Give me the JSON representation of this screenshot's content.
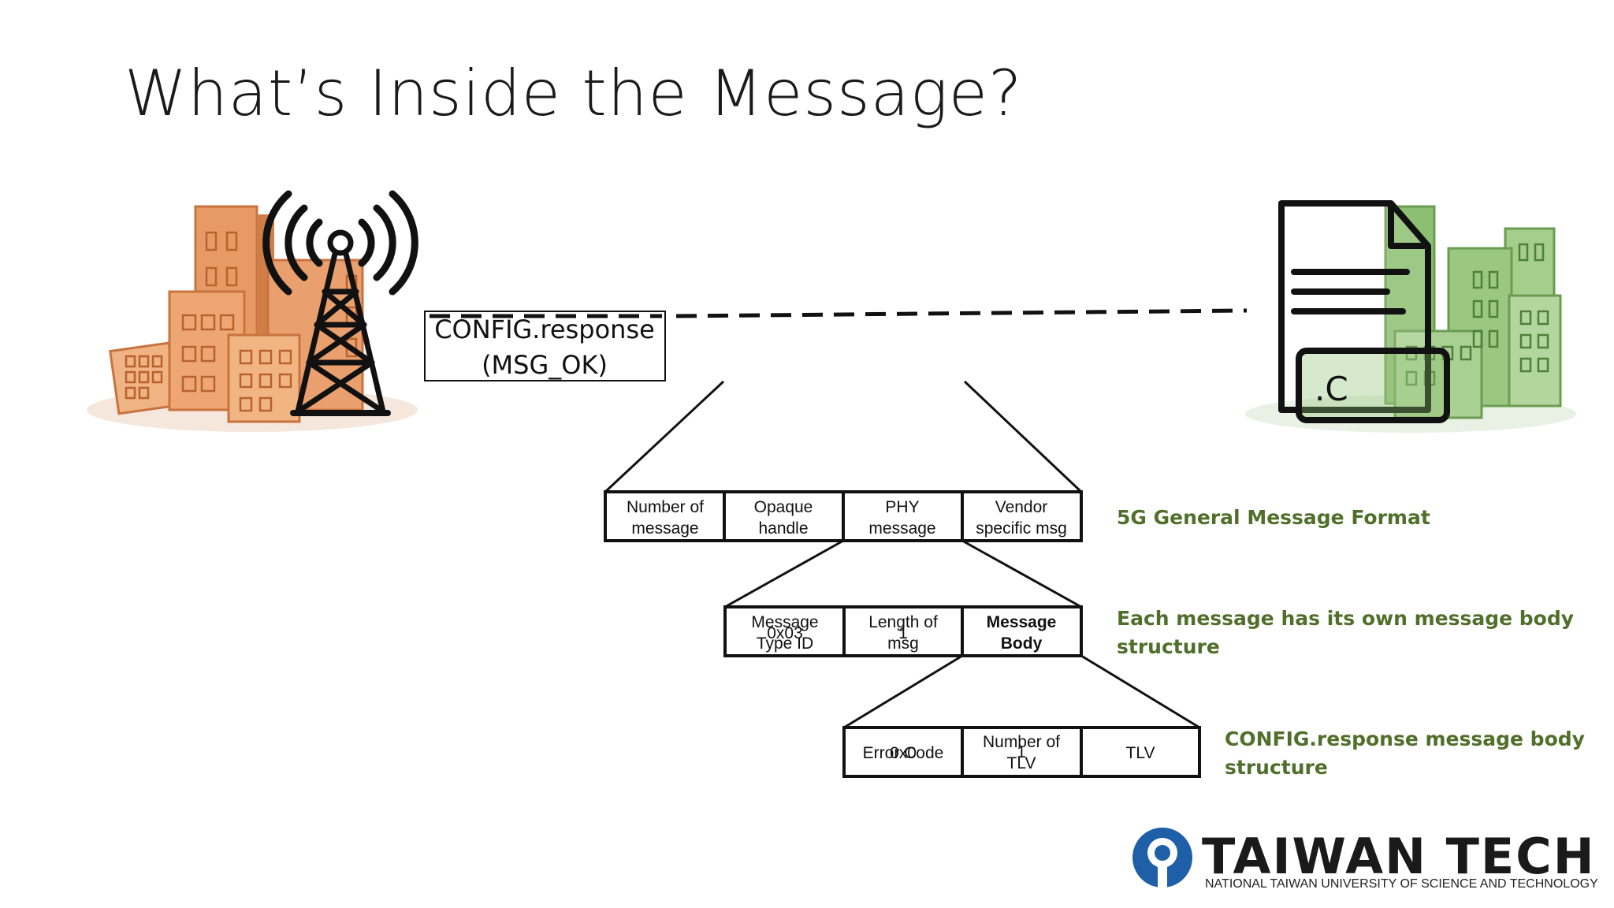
{
  "slide": {
    "title": "What’s Inside the Message?"
  },
  "message": {
    "line1": "CONFIG.response",
    "line2": "(MSG_OK)"
  },
  "file_icon": {
    "ext": ".C"
  },
  "general_format": {
    "cells": [
      {
        "line1": "Number of",
        "line2": "message"
      },
      {
        "line1": "Opaque",
        "line2": "handle"
      },
      {
        "line1": "PHY",
        "line2": "message"
      },
      {
        "line1": "Vendor",
        "line2": "specific msg"
      }
    ],
    "note": "5G General Message Format"
  },
  "message_structure": {
    "cells": [
      {
        "line1": "Message",
        "line2": "Type ID",
        "overlay": "0x03",
        "bold": false
      },
      {
        "line1": "Length of",
        "line2": "msg",
        "overlay": "1",
        "bold": false
      },
      {
        "line1": "Message",
        "line2": "Body",
        "overlay": "",
        "bold": true
      }
    ],
    "note_line1": "Each message has its own message body",
    "note_line2": "structure"
  },
  "body_structure": {
    "cells": [
      {
        "label": "Error Code",
        "overlay": "0x0"
      },
      {
        "line1": "Number of",
        "line2": "TLV",
        "overlay": "1"
      },
      {
        "label": "TLV"
      }
    ],
    "note_line1": "CONFIG.response message body",
    "note_line2": "structure"
  },
  "logo": {
    "name": "TAIWAN TECH",
    "subtitle": "NATIONAL TAIWAN UNIVERSITY OF SCIENCE AND TECHNOLOGY"
  },
  "colors": {
    "city_orange": "#e8935c",
    "city_green": "#7fb267",
    "note_green": "#4f6f2a",
    "logo_blue": "#1f5fa8"
  }
}
